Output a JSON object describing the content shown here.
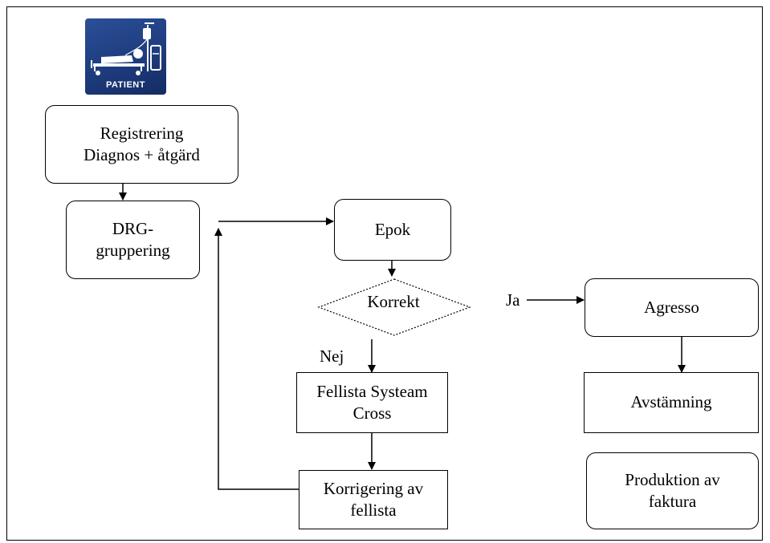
{
  "logo": {
    "text": "PATIENT",
    "icon": "hospital-bed-iv-icon",
    "colors": {
      "background": "#1d3a7b",
      "foreground": "#ffffff"
    }
  },
  "nodes": {
    "registrering": "Registrering\nDiagnos + åtgärd",
    "drg": "DRG-\ngruppering",
    "epok": "Epok",
    "korrekt": "Korrekt",
    "agresso": "Agresso",
    "fellista": "Fellista Systeam Cross",
    "avstamning": "Avstämning",
    "korrigering": "Korrigering av fellista",
    "produktion": "Produktion av\nfaktura"
  },
  "edge_labels": {
    "ja": "Ja",
    "nej": "Nej"
  },
  "edges": [
    {
      "from": "registrering",
      "to": "drg"
    },
    {
      "from": "korrigering",
      "to": "epok"
    },
    {
      "from": "epok",
      "to": "korrekt"
    },
    {
      "from": "korrekt",
      "to": "agresso",
      "label": "Ja"
    },
    {
      "from": "korrekt",
      "to": "fellista",
      "label": "Nej"
    },
    {
      "from": "fellista",
      "to": "korrigering"
    },
    {
      "from": "agresso",
      "to": "avstamning"
    }
  ]
}
